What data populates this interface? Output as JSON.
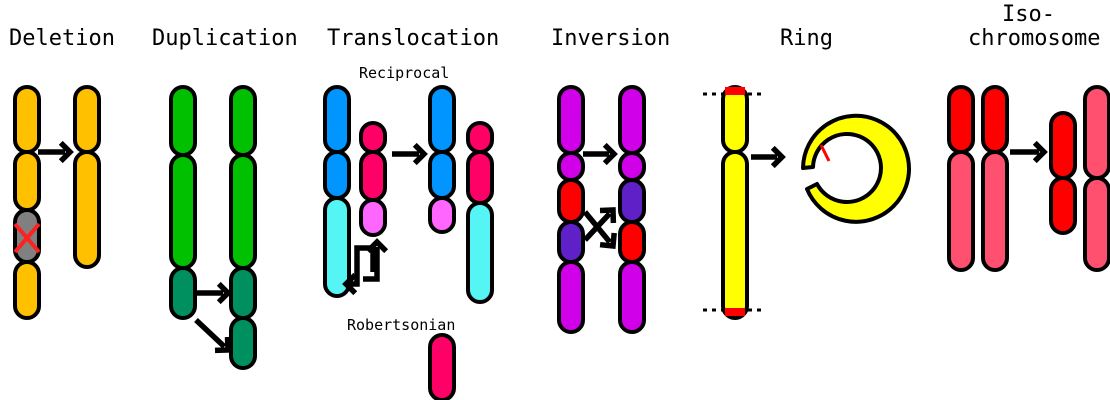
{
  "titles": {
    "deletion": "Deletion",
    "duplication": "Duplication",
    "translocation": "Translocation",
    "inversion": "Inversion",
    "ring": "Ring",
    "iso_line1": "Iso-",
    "iso_line2": "chromosome"
  },
  "sublabels": {
    "reciprocal": "Reciprocal",
    "robertsonian": "Robertsonian"
  },
  "colors": {
    "orange": "#FFC000",
    "gray": "#808080",
    "cross": "#FF2020",
    "green": "#00C000",
    "dark_green": "#009060",
    "blue": "#0095FF",
    "cyan": "#55F5F5",
    "crimson": "#FF0066",
    "pink": "#FF66FF",
    "magenta": "#D000E8",
    "red": "#FF0000",
    "violet": "#6020C8",
    "yellow": "#FFFF00",
    "salmon": "#FF5070",
    "outline": "#000000"
  }
}
